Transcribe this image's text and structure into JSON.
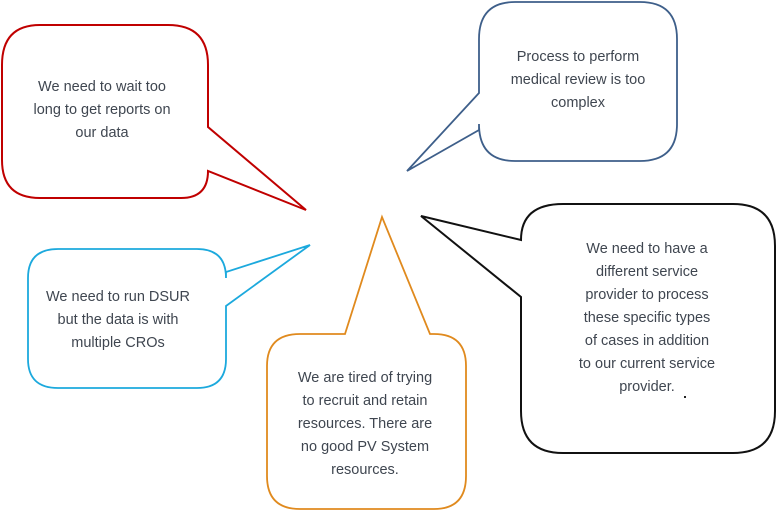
{
  "bubbles": [
    {
      "id": "reports",
      "color": "#c00000",
      "lines": [
        "We need to wait too",
        "long to get reports on",
        "our data"
      ]
    },
    {
      "id": "medical-review",
      "color": "#3e5f8a",
      "lines": [
        "Process to perform",
        "medical review is too",
        "complex"
      ]
    },
    {
      "id": "dsur",
      "color": "#1ca9dd",
      "lines": [
        "We need to run DSUR",
        "but the data is with",
        "multiple CROs"
      ]
    },
    {
      "id": "resources",
      "color": "#e08a1e",
      "lines": [
        "We are tired of trying",
        "to recruit and retain",
        "resources. There are",
        "no good PV System",
        "resources."
      ]
    },
    {
      "id": "service-provider",
      "color": "#111111",
      "lines": [
        "We need to have a",
        "different service",
        "provider to process",
        "these specific types",
        "of cases in addition",
        "to our current service",
        "provider."
      ]
    }
  ]
}
